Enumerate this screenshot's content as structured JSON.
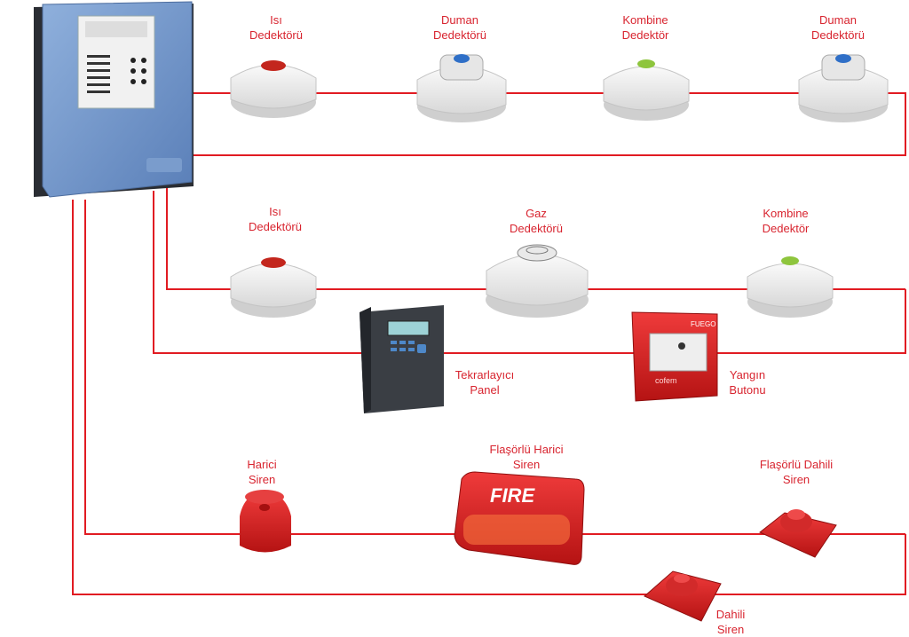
{
  "colors": {
    "wire": "#e11b22",
    "label": "#d8242f",
    "panel": "#6a8fc7",
    "device": "#eeeeee",
    "siren": "#d01e1e"
  },
  "labels": {
    "heat1": [
      "Isı",
      "Dedektörü"
    ],
    "smoke1": [
      "Duman",
      "Dedektörü"
    ],
    "combo1": [
      "Kombine",
      "Dedektör"
    ],
    "smoke2": [
      "Duman",
      "Dedektörü"
    ],
    "heat2": [
      "Isı",
      "Dedektörü"
    ],
    "gas": [
      "Gaz",
      "Dedektörü"
    ],
    "combo2": [
      "Kombine",
      "Dedektör"
    ],
    "repeater": [
      "Tekrarlayıcı",
      "Panel"
    ],
    "callpoint": [
      "Yangın",
      "Butonu"
    ],
    "ext_siren": [
      "Harici",
      "Siren"
    ],
    "flash_ext_siren": [
      "Flaşörlü Harici",
      "Siren"
    ],
    "flash_int_siren": [
      "Flaşörlü Dahili",
      "Siren"
    ],
    "int_siren": [
      "Dahili",
      "Siren"
    ]
  },
  "device_text": {
    "fire_sign": "FIRE",
    "callpoint_header": "FUEGO",
    "callpoint_brand": "cofem"
  }
}
